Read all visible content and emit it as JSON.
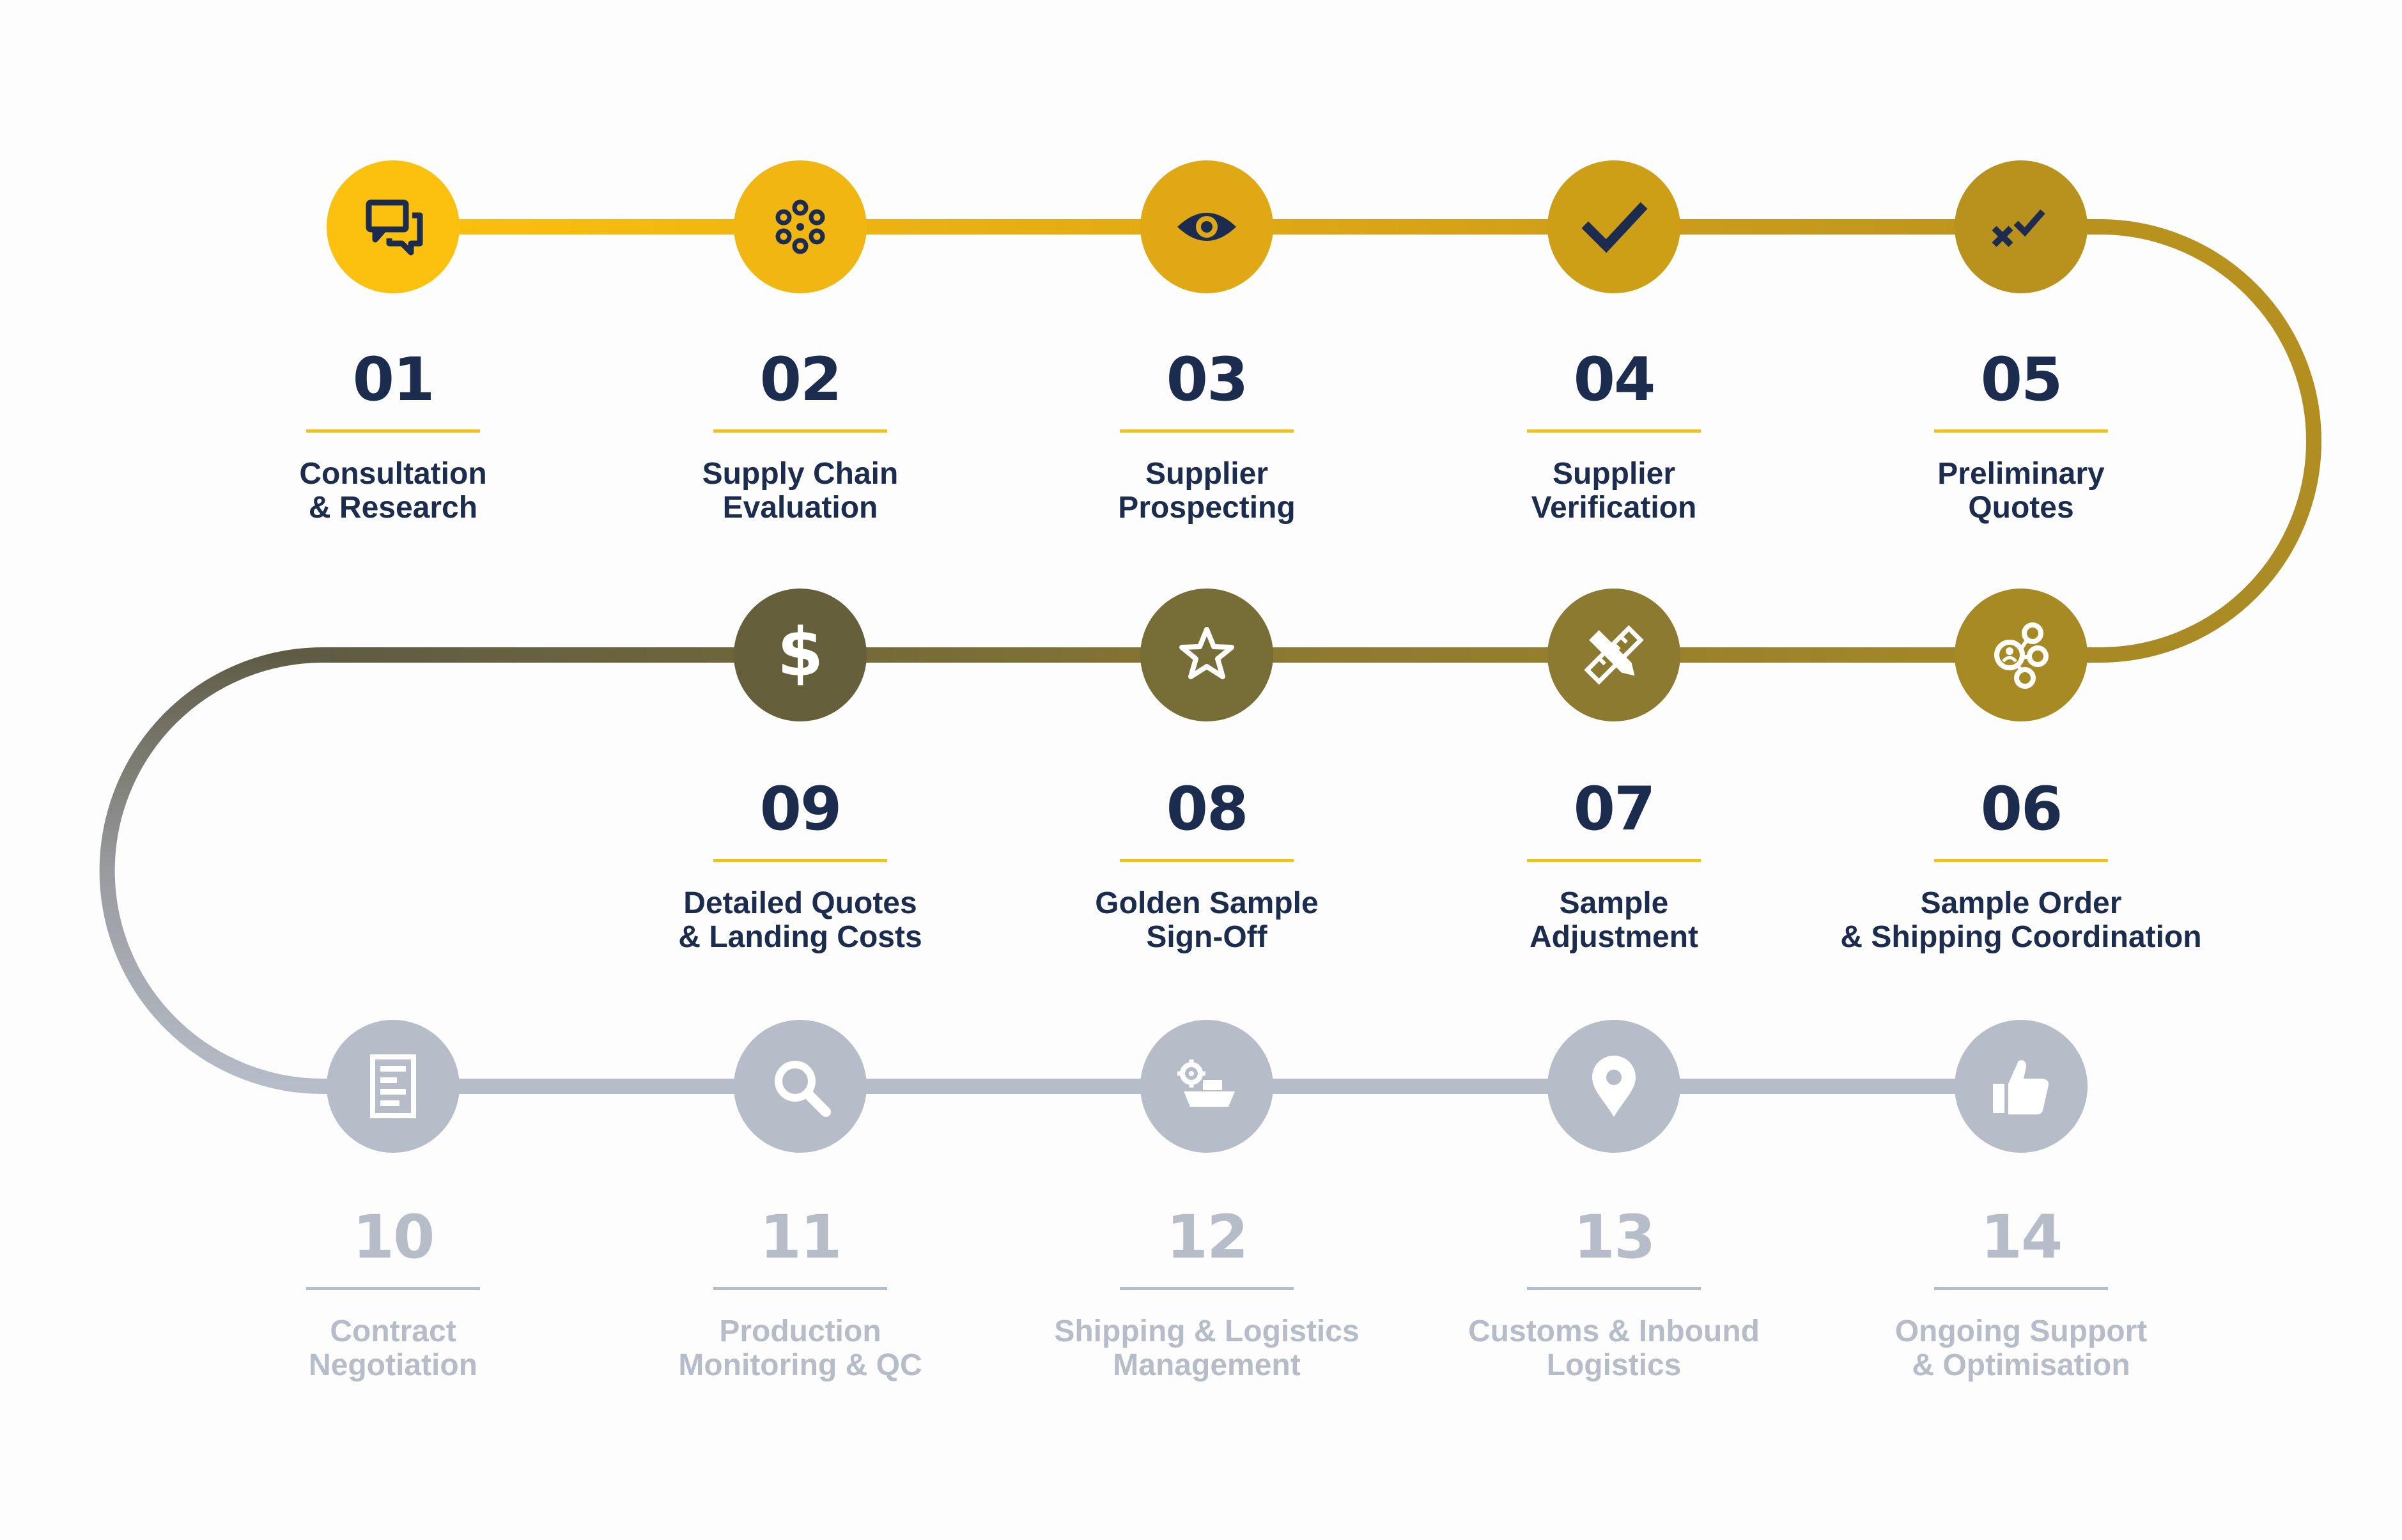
{
  "colors": {
    "navy": "#1b2c4f",
    "future_gray": "#b6bcc8",
    "separator_gold": "#f0c21a",
    "icon_white": "#ffffff"
  },
  "steps": [
    {
      "number": "01",
      "line1": "Consultation",
      "line2": "& Research",
      "icon": "chat-bubbles-icon",
      "circle": "#fbc10e",
      "state": "active"
    },
    {
      "number": "02",
      "line1": "Supply Chain",
      "line2": "Evaluation",
      "icon": "network-nodes-icon",
      "circle": "#f2b613",
      "state": "active"
    },
    {
      "number": "03",
      "line1": "Supplier",
      "line2": "Prospecting",
      "icon": "eye-icon",
      "circle": "#e0a814",
      "state": "active"
    },
    {
      "number": "04",
      "line1": "Supplier",
      "line2": "Verification",
      "icon": "checkmark-icon",
      "circle": "#cd9f16",
      "state": "active"
    },
    {
      "number": "05",
      "line1": "Preliminary",
      "line2": "Quotes",
      "icon": "cross-check-icon",
      "circle": "#b9921e",
      "state": "active"
    },
    {
      "number": "06",
      "line1": "Sample Order",
      "line2": "& Shipping Coordination",
      "icon": "people-network-icon",
      "circle": "#a88a25",
      "state": "active"
    },
    {
      "number": "07",
      "line1": "Sample",
      "line2": "Adjustment",
      "icon": "ruler-pencil-icon",
      "circle": "#8d7a31",
      "state": "active"
    },
    {
      "number": "08",
      "line1": "Golden Sample",
      "line2": "Sign-Off",
      "icon": "star-icon",
      "circle": "#776d36",
      "state": "active"
    },
    {
      "number": "09",
      "line1": "Detailed Quotes",
      "line2": "& Landing Costs",
      "icon": "dollar-icon",
      "circle": "#665f3b",
      "state": "active"
    },
    {
      "number": "10",
      "line1": "Contract",
      "line2": "Negotiation",
      "icon": "document-icon",
      "circle": "#b6bcc8",
      "state": "future"
    },
    {
      "number": "11",
      "line1": "Production",
      "line2": "Monitoring & QC",
      "icon": "magnifier-icon",
      "circle": "#b6bcc8",
      "state": "future"
    },
    {
      "number": "12",
      "line1": "Shipping & Logistics",
      "line2": "Management",
      "icon": "ship-gear-icon",
      "circle": "#b6bcc8",
      "state": "future"
    },
    {
      "number": "13",
      "line1": "Customs & Inbound",
      "line2": "Logistics",
      "icon": "location-pin-icon",
      "circle": "#b6bcc8",
      "state": "future"
    },
    {
      "number": "14",
      "line1": "Ongoing Support",
      "line2": "& Optimisation",
      "icon": "thumbs-up-icon",
      "circle": "#b6bcc8",
      "state": "future"
    }
  ]
}
